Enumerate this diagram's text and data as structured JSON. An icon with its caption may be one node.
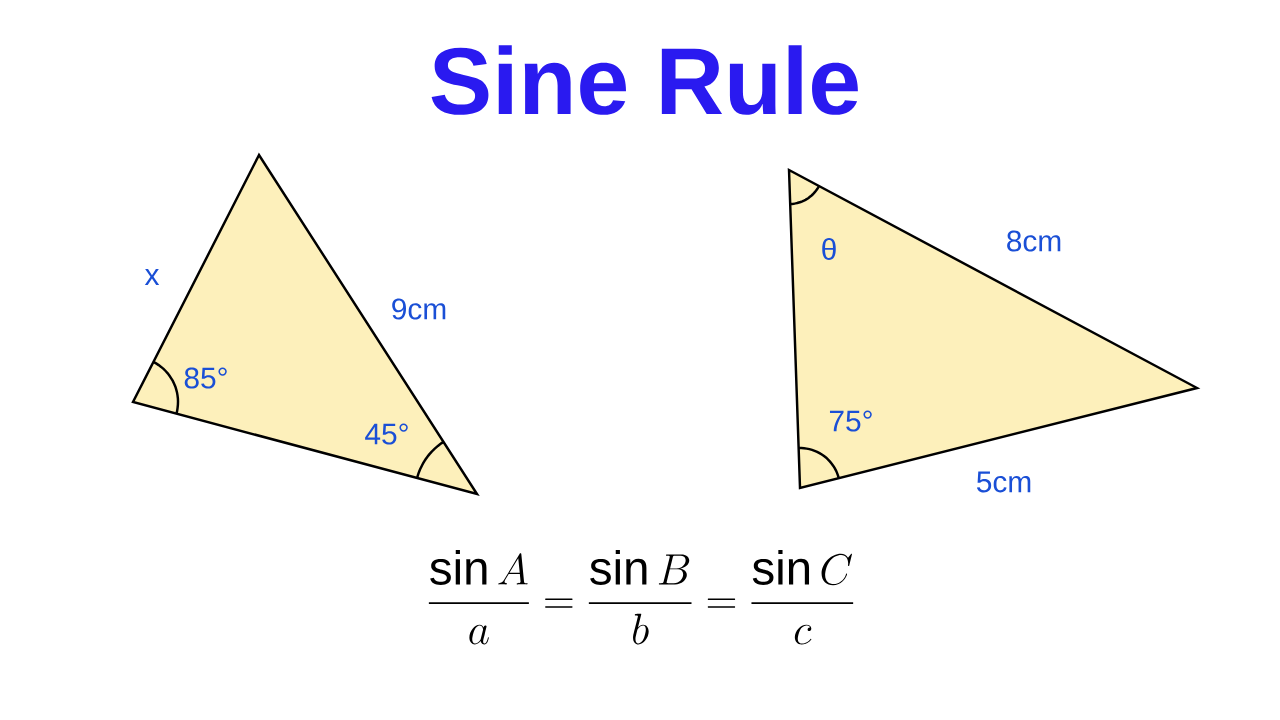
{
  "diagram": {
    "title": "Sine Rule",
    "labels": [
      "x",
      "9cm",
      "85°",
      "45°",
      "θ",
      "8cm",
      "75°",
      "5cm",
      "\\frac{\\sin A}{a} = \\frac{\\sin B}{b} = \\frac{\\sin C}{c}"
    ]
  }
}
